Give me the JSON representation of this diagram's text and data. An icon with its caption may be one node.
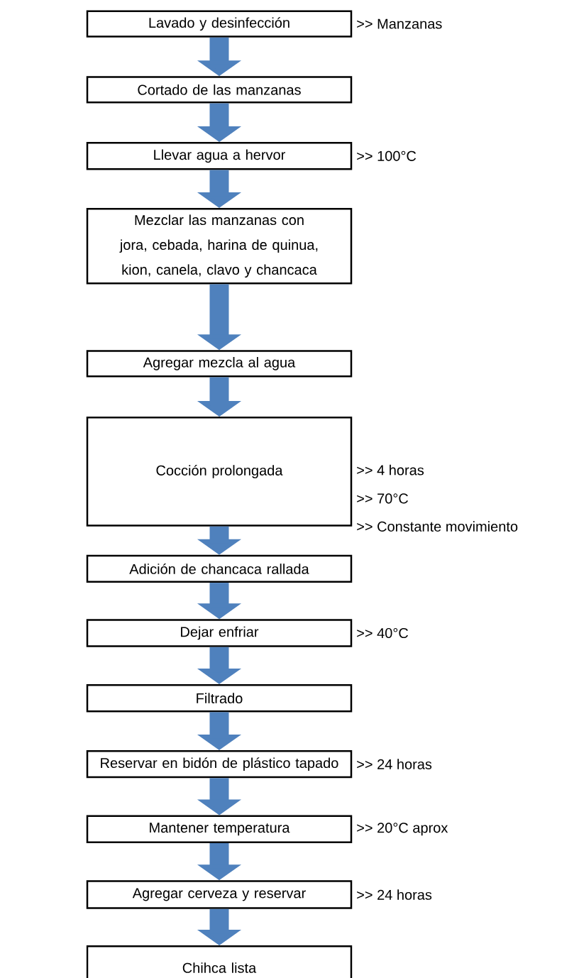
{
  "diagram": {
    "nodes": [
      {
        "text": [
          "Lavado y desinfección"
        ],
        "beside": [
          ">> Manzanas"
        ]
      },
      {
        "text": [
          "Cortado de las manzanas"
        ]
      },
      {
        "text": [
          "Llevar agua a hervor"
        ],
        "beside": [
          ">> 100°C"
        ]
      },
      {
        "text": [
          "Mezclar las manzanas con jora, cebada, harina de quinua, kion, canela, clavo y chancaca"
        ]
      },
      {
        "text": [
          "Agregar mezcla al agua"
        ]
      },
      {
        "text": [
          "Cocción prolongada"
        ],
        "beside": [
          ">> 4 horas",
          ">> 70°C",
          ">> Constante movimiento"
        ]
      },
      {
        "text": [
          "Adición de chancaca rallada"
        ]
      },
      {
        "text": [
          "Dejar enfriar"
        ],
        "beside": [
          ">> 40°C"
        ]
      },
      {
        "text": [
          "Filtrado"
        ]
      },
      {
        "text": [
          "Reservar en bidón de plástico tapado"
        ],
        "beside": [
          ">> 24 horas"
        ]
      },
      {
        "text": [
          "Mantener temperatura"
        ],
        "beside": [
          ">> 20°C aprox"
        ]
      },
      {
        "text": [
          "Agregar cerveza y reservar"
        ],
        "beside": [
          ">> 24 horas"
        ]
      },
      {
        "text": [
          "Chihca lista"
        ]
      }
    ],
    "edges": [
      {
        "from": 0,
        "to": 1,
        "arrow": "to"
      },
      {
        "from": 1,
        "to": 2,
        "arrow": "to"
      },
      {
        "from": 2,
        "to": 3,
        "arrow": "to"
      },
      {
        "from": 3,
        "to": 4,
        "arrow": "to"
      },
      {
        "from": 4,
        "to": 5,
        "arrow": "to"
      },
      {
        "from": 5,
        "to": 6,
        "arrow": "to"
      },
      {
        "from": 6,
        "to": 7,
        "arrow": "to"
      },
      {
        "from": 7,
        "to": 8,
        "arrow": "to"
      },
      {
        "from": 8,
        "to": 9,
        "arrow": "to"
      },
      {
        "from": 9,
        "to": 10,
        "arrow": "to"
      },
      {
        "from": 10,
        "to": 11,
        "arrow": "to"
      },
      {
        "from": 11,
        "to": 12,
        "arrow": "to"
      }
    ]
  }
}
